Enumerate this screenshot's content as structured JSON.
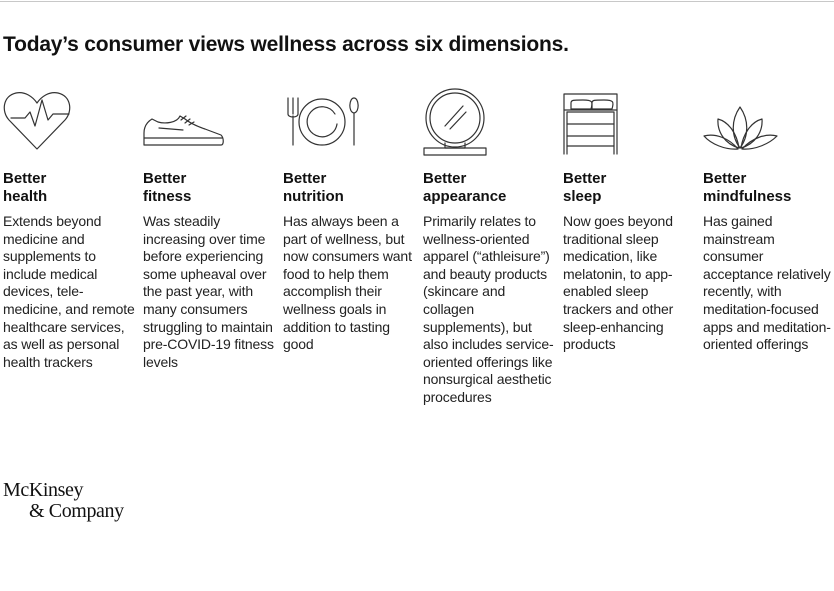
{
  "title": "Today’s consumer views wellness across six dimensions.",
  "dimensions": [
    {
      "icon": "heart-pulse-icon",
      "heading_line1": "Better",
      "heading_line2": "health",
      "description": "Extends beyond medicine and supplements to include medical devices, tele-medicine, and remote healthcare services, as well as personal health trackers"
    },
    {
      "icon": "sneaker-icon",
      "heading_line1": "Better",
      "heading_line2": "fitness",
      "description": "Was steadily increasing over time before experiencing some upheaval over the past year, with many consumers struggling to maintain pre-COVID-19 fitness levels"
    },
    {
      "icon": "plate-cutlery-icon",
      "heading_line1": "Better",
      "heading_line2": "nutrition",
      "description": "Has always been a part of wellness, but now consumers want food to help them accomplish their wellness goals in addition to tasting good"
    },
    {
      "icon": "mirror-icon",
      "heading_line1": "Better",
      "heading_line2": "appearance",
      "description": "Primarily relates to wellness-oriented apparel (“athleisure”) and beauty products (skincare and collagen supplements), but also includes service-oriented offerings like nonsurgical aesthetic procedures"
    },
    {
      "icon": "bed-icon",
      "heading_line1": "Better",
      "heading_line2": "sleep",
      "description": "Now goes beyond traditional sleep medication, like melatonin, to app-enabled sleep trackers and other sleep-enhancing products"
    },
    {
      "icon": "lotus-icon",
      "heading_line1": "Better",
      "heading_line2": "mindfulness",
      "description": "Has gained mainstream consumer acceptance relatively recently, with meditation-focused apps and meditation-oriented offerings"
    }
  ],
  "logo": {
    "line1": "McKinsey",
    "line2": "& Company"
  },
  "colors": {
    "text": "#111111",
    "icon_stroke": "#333333",
    "rule": "#c8c8c8"
  }
}
